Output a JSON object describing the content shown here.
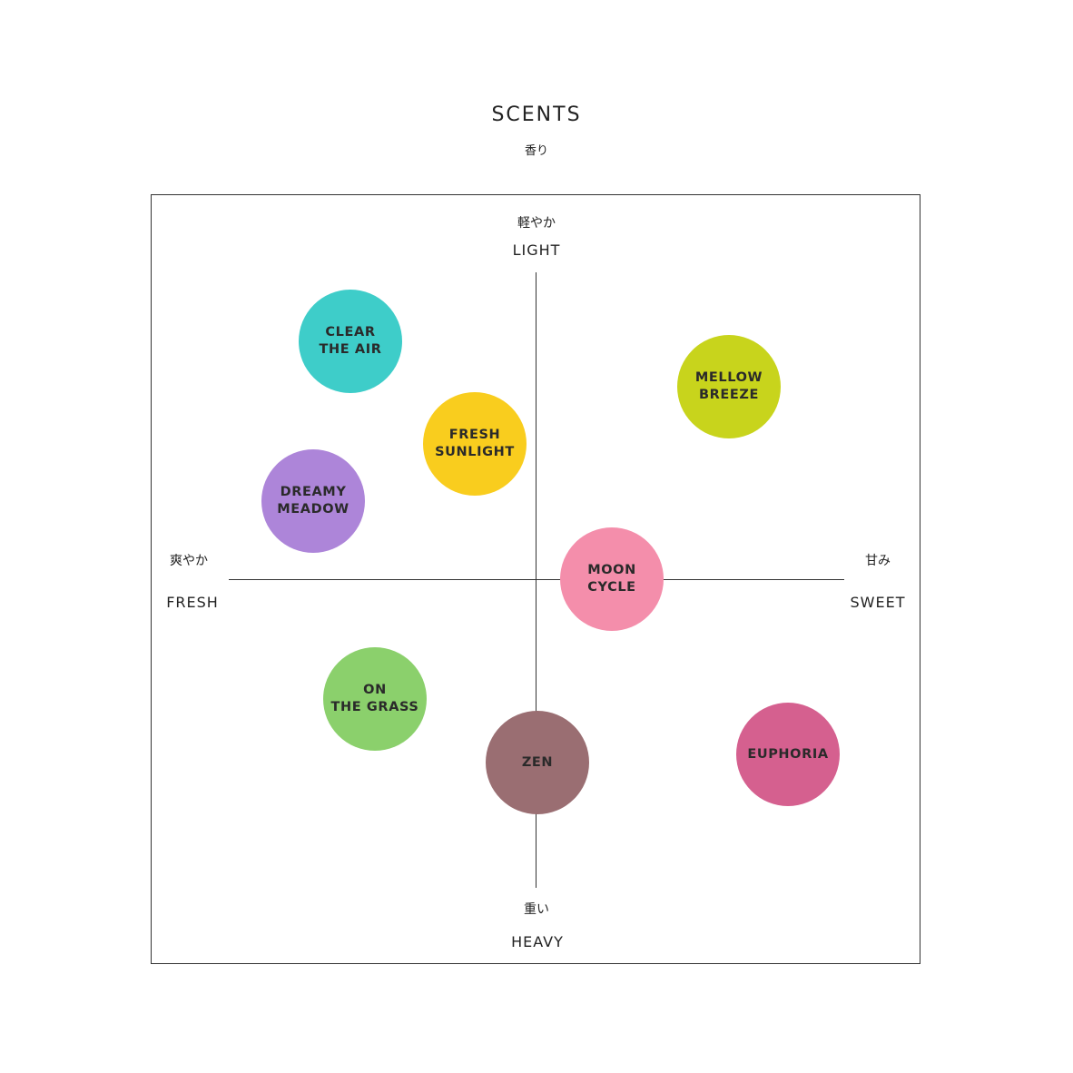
{
  "header": {
    "title": "SCENTS",
    "subtitle": "香り"
  },
  "axes": {
    "top": {
      "jp": "軽やか",
      "en": "LIGHT"
    },
    "bottom": {
      "jp": "重い",
      "en": "HEAVY"
    },
    "left": {
      "jp": "爽やか",
      "en": "FRESH"
    },
    "right": {
      "jp": "甘み",
      "en": "SWEET"
    }
  },
  "scents": [
    {
      "label": "CLEAR\nTHE AIR",
      "color": "#3ecdc9"
    },
    {
      "label": "MELLOW\nBREEZE",
      "color": "#c8d41c"
    },
    {
      "label": "FRESH\nSUNLIGHT",
      "color": "#f9cd1e"
    },
    {
      "label": "DREAMY\nMEADOW",
      "color": "#ad85d9"
    },
    {
      "label": "MOON\nCYCLE",
      "color": "#f48eab"
    },
    {
      "label": "ON\nTHE GRASS",
      "color": "#8bd06c"
    },
    {
      "label": "ZEN",
      "color": "#9a6e72"
    },
    {
      "label": "EUPHORIA",
      "color": "#d5608f"
    }
  ]
}
